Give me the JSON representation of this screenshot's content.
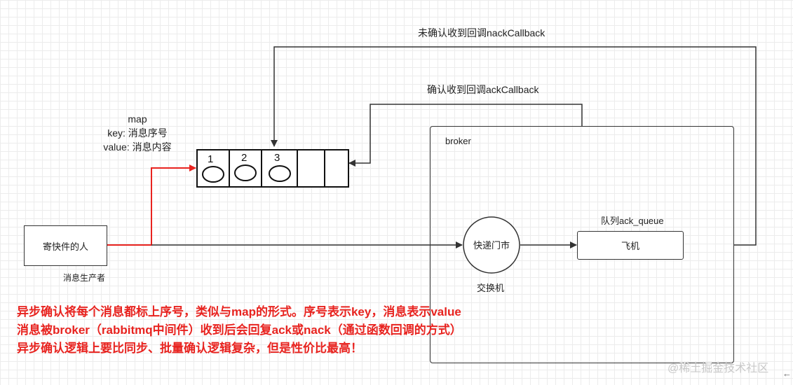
{
  "producer": {
    "label": "寄快件的人",
    "caption": "消息生产者"
  },
  "map_text": {
    "line1": "map",
    "line2": "key: 消息序号",
    "line3": "value: 消息内容"
  },
  "slots": [
    {
      "number": "1"
    },
    {
      "number": "2"
    },
    {
      "number": "3"
    }
  ],
  "nack_label": "未确认收到回调nackCallback",
  "ack_label": "确认收到回调ackCallback",
  "broker": {
    "label": "broker",
    "exchange": "快递门市",
    "exchange_caption": "交换机",
    "queue_label": "队列ack_queue",
    "queue_content": "飞机"
  },
  "notes": [
    "异步确认将每个消息都标上序号，类似与map的形式。序号表示key，消息表示value",
    "消息被broker（rabbitmq中间件）收到后会回复ack或nack（通过函数回调的方式）",
    "异步确认逻辑上要比同步、批量确认逻辑复杂，但是性价比最高！"
  ],
  "watermark": "@稀土掘金技术社区",
  "corner_glyph": "←",
  "colors": {
    "red": "#e8231f",
    "line": "#333333"
  }
}
